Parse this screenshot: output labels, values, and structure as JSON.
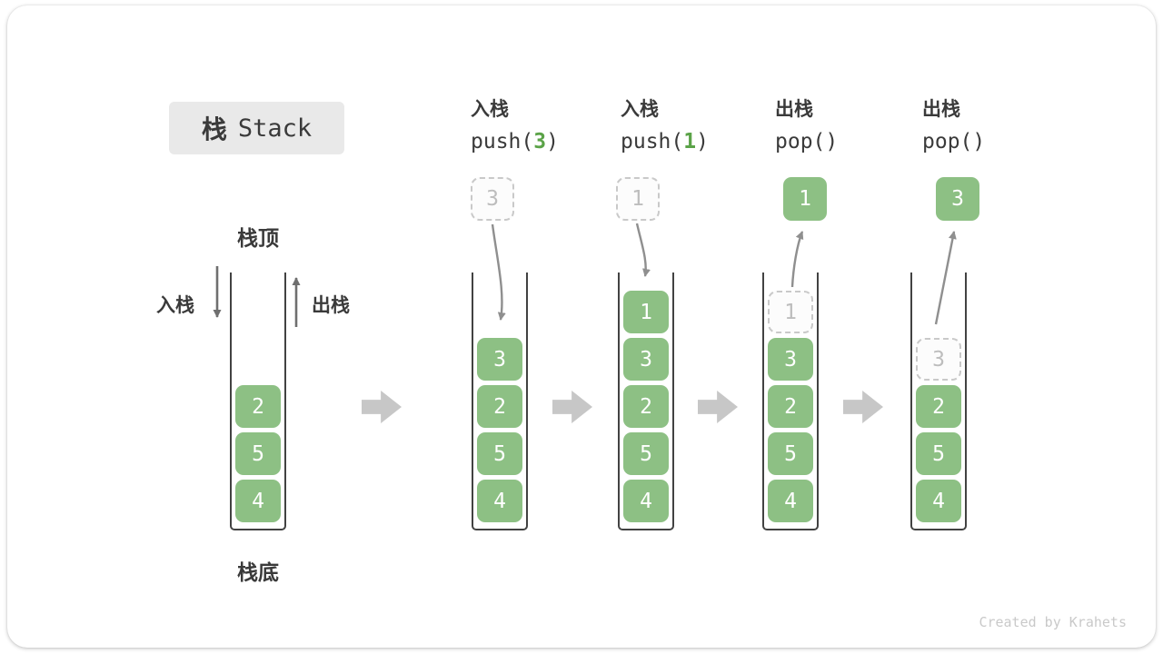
{
  "title": {
    "zh": "栈",
    "en": "Stack"
  },
  "stack_labels": {
    "top": "栈顶",
    "bottom": "栈底",
    "push": "入栈",
    "pop": "出栈"
  },
  "operations": [
    {
      "label": "入栈",
      "code_pre": "push(",
      "arg": "3",
      "code_post": ")"
    },
    {
      "label": "入栈",
      "code_pre": "push(",
      "arg": "1",
      "code_post": ")"
    },
    {
      "label": "出栈",
      "code_pre": "pop()",
      "arg": "",
      "code_post": ""
    },
    {
      "label": "出栈",
      "code_pre": "pop()",
      "arg": "",
      "code_post": ""
    }
  ],
  "floating_boxes": [
    {
      "value": "3",
      "style": "dashed"
    },
    {
      "value": "1",
      "style": "dashed"
    },
    {
      "value": "1",
      "style": "solid"
    },
    {
      "value": "3",
      "style": "solid"
    }
  ],
  "stacks": [
    {
      "boxes": [
        {
          "value": "2",
          "slot": 2,
          "style": "solid"
        },
        {
          "value": "5",
          "slot": 3,
          "style": "solid"
        },
        {
          "value": "4",
          "slot": 4,
          "style": "solid"
        }
      ]
    },
    {
      "boxes": [
        {
          "value": "3",
          "slot": 1,
          "style": "solid"
        },
        {
          "value": "2",
          "slot": 2,
          "style": "solid"
        },
        {
          "value": "5",
          "slot": 3,
          "style": "solid"
        },
        {
          "value": "4",
          "slot": 4,
          "style": "solid"
        }
      ]
    },
    {
      "boxes": [
        {
          "value": "1",
          "slot": 0,
          "style": "solid"
        },
        {
          "value": "3",
          "slot": 1,
          "style": "solid"
        },
        {
          "value": "2",
          "slot": 2,
          "style": "solid"
        },
        {
          "value": "5",
          "slot": 3,
          "style": "solid"
        },
        {
          "value": "4",
          "slot": 4,
          "style": "solid"
        }
      ]
    },
    {
      "boxes": [
        {
          "value": "1",
          "slot": 0,
          "style": "dashed"
        },
        {
          "value": "3",
          "slot": 1,
          "style": "solid"
        },
        {
          "value": "2",
          "slot": 2,
          "style": "solid"
        },
        {
          "value": "5",
          "slot": 3,
          "style": "solid"
        },
        {
          "value": "4",
          "slot": 4,
          "style": "solid"
        }
      ]
    },
    {
      "boxes": [
        {
          "value": "3",
          "slot": 1,
          "style": "dashed"
        },
        {
          "value": "2",
          "slot": 2,
          "style": "solid"
        },
        {
          "value": "5",
          "slot": 3,
          "style": "solid"
        },
        {
          "value": "4",
          "slot": 4,
          "style": "solid"
        }
      ]
    }
  ],
  "colors": {
    "box_green": "#8DC084",
    "code_green": "#5BA348",
    "badge_bg": "#E9E9E9",
    "text_dark": "#3A3A3A"
  },
  "watermark": "Created by Krahets"
}
